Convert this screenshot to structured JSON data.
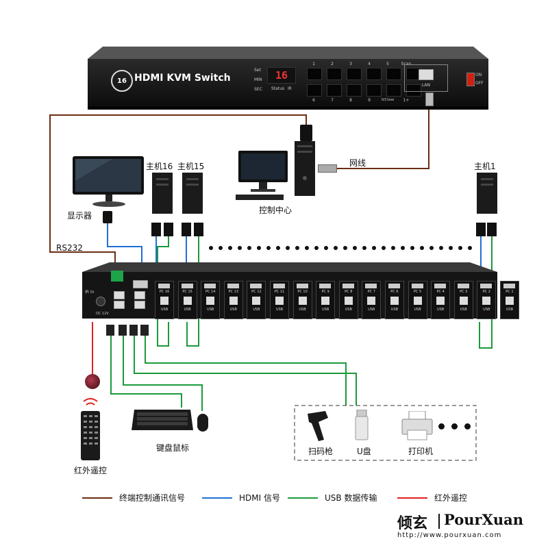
{
  "front_panel": {
    "logo_number": "16",
    "title": "HDMI KVM Switch",
    "display_digits": "16",
    "side_labels": [
      "Set",
      "MIN",
      "SEC"
    ],
    "status_label": "Status",
    "ir_label": "IR",
    "top_row_numbers": [
      "1",
      "2",
      "3",
      "4",
      "5",
      "Scan"
    ],
    "bottom_row_numbers": [
      "6",
      "7",
      "8",
      "9",
      "0/Close",
      "1+"
    ],
    "lan_label": "LAN",
    "power_on": "ON",
    "power_off": "OFF"
  },
  "labels": {
    "network_cable": "网线",
    "control_center": "控制中心",
    "monitor": "显示器",
    "host16": "主机16",
    "host15": "主机15",
    "host1": "主机1",
    "rs232": "RS232",
    "keyboard_mouse": "键盘鼠标",
    "ir_remote": "红外遥控",
    "scanner": "扫码枪",
    "udisk": "U盘",
    "printer": "打印机"
  },
  "rear_panel": {
    "port_labels": [
      "PC 16",
      "PC 15",
      "PC 14",
      "PC 13",
      "PC 12",
      "PC 11",
      "PC 10",
      "PC 9",
      "PC 8",
      "PC 7",
      "PC 6",
      "PC 5",
      "PC 4",
      "PC 3",
      "PC 2",
      "PC 1"
    ],
    "usb_label": "USB",
    "ir_in_label": "IR In",
    "dc_label": "DC 12V"
  },
  "legend": [
    {
      "label": "终端控制通讯信号",
      "color": "#6b2d12"
    },
    {
      "label": "HDMI 信号",
      "color": "#1f6fd6"
    },
    {
      "label": "USB 数据传输",
      "color": "#1a9a3a"
    },
    {
      "label": "红外遥控",
      "color": "#e0201c"
    }
  ],
  "brand": {
    "name_cn": "倾玄",
    "name_en": "PourXuan",
    "url": "http://www.pourxuan.com"
  }
}
